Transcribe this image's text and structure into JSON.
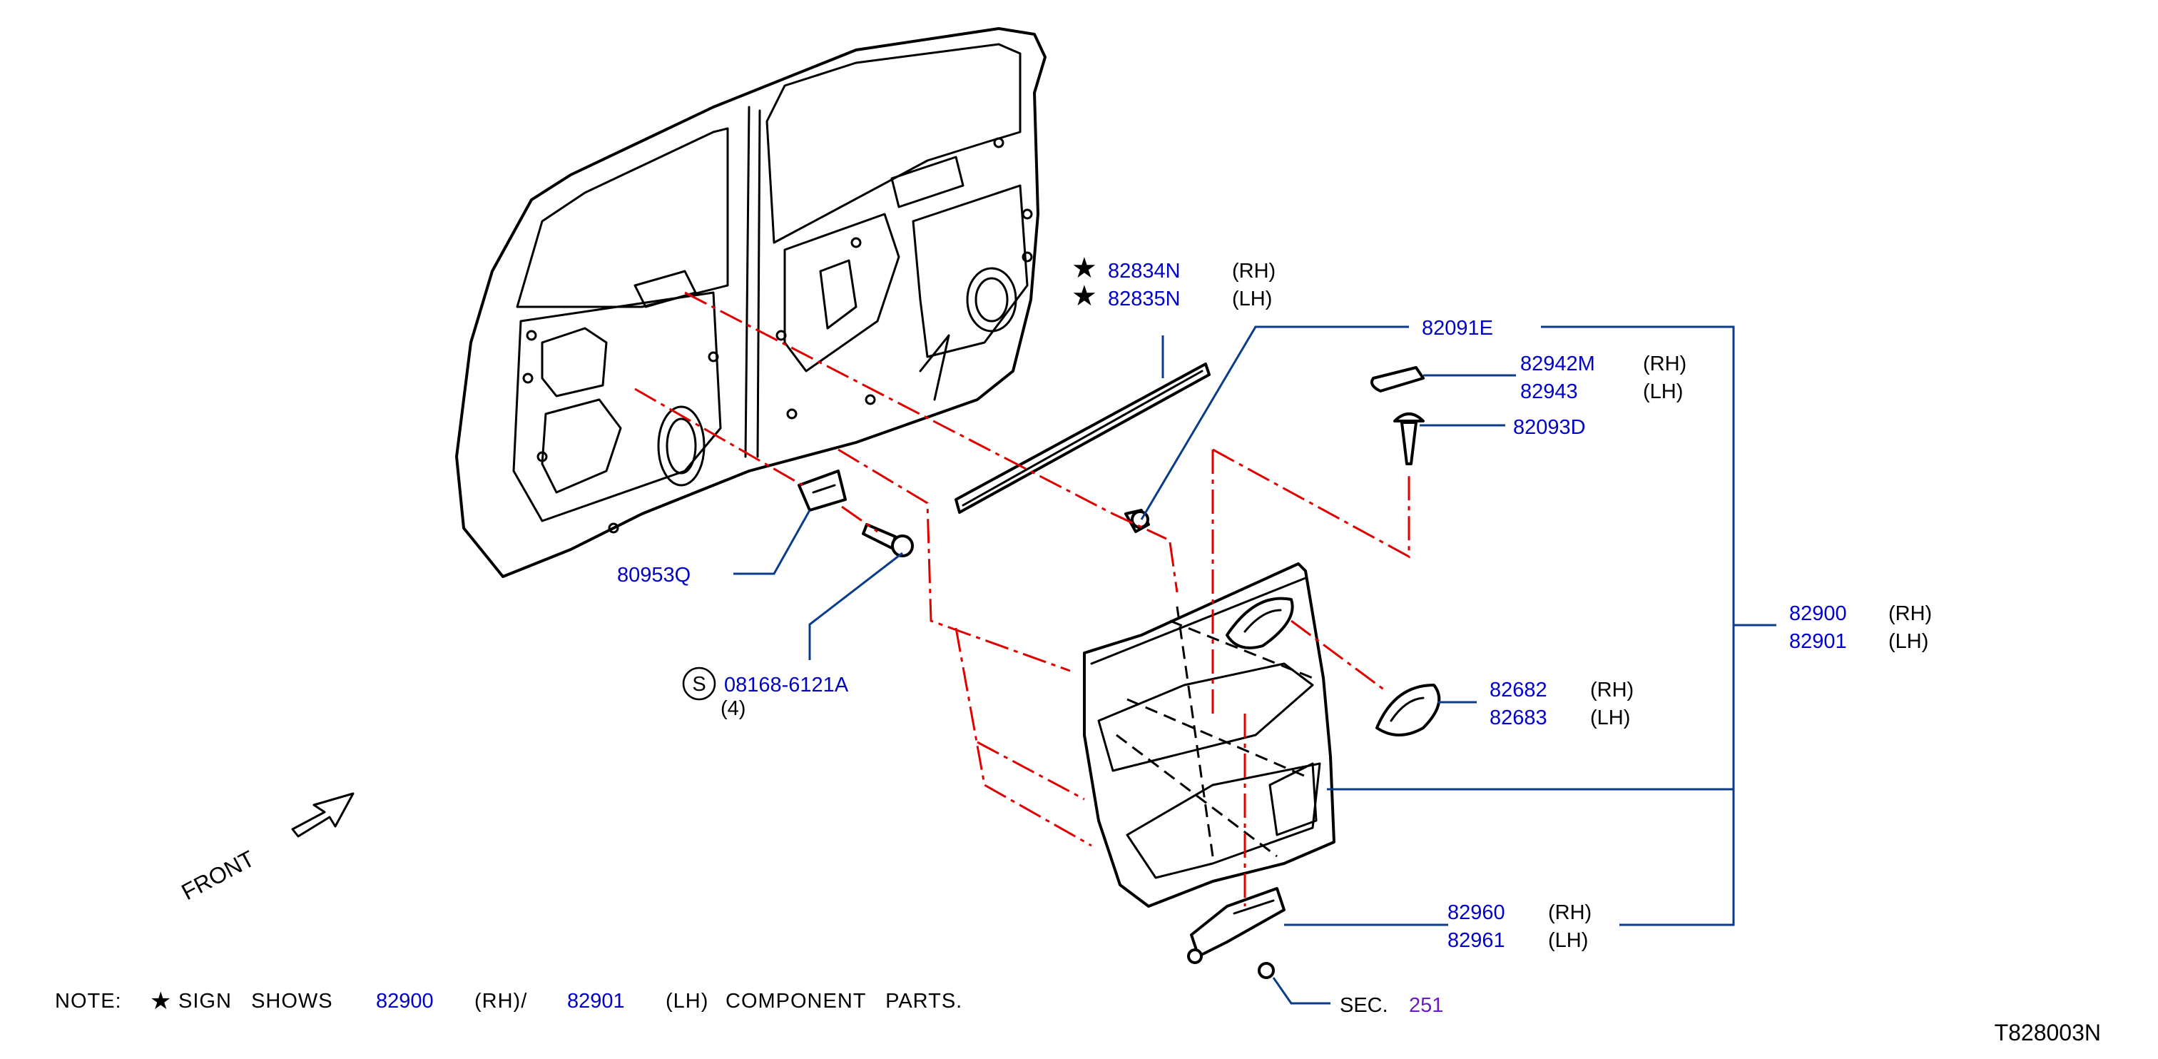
{
  "parts": {
    "weatherstrip_rh": {
      "number": "82834N",
      "side": "(RH)"
    },
    "weatherstrip_lh": {
      "number": "82835N",
      "side": "(LH)"
    },
    "clip": {
      "number": "82091E"
    },
    "cap_rh": {
      "number": "82942M",
      "side": "(RH)"
    },
    "cap_lh": {
      "number": "82943",
      "side": "(LH)"
    },
    "screw": {
      "number": "82093D"
    },
    "finisher_rh": {
      "number": "82900",
      "side": "(RH)"
    },
    "finisher_lh": {
      "number": "82901",
      "side": "(LH)"
    },
    "escutcheon_rh": {
      "number": "82682",
      "side": "(RH)"
    },
    "escutcheon_lh": {
      "number": "82683",
      "side": "(LH)"
    },
    "armrest_rh": {
      "number": "82960",
      "side": "(RH)"
    },
    "armrest_lh": {
      "number": "82961",
      "side": "(LH)"
    },
    "bracket": {
      "number": "80953Q"
    },
    "bolt": {
      "number": "08168-6121A",
      "qty": "(4)",
      "symbol": "S"
    },
    "section": {
      "prefix": "SEC.",
      "number": "251"
    }
  },
  "front_label": "FRONT",
  "note": {
    "lead": "NOTE:",
    "star": "★",
    "sign_shows": "SIGN   SHOWS",
    "part_rh": "82900",
    "rh": "(RH)/",
    "part_lh": "82901",
    "lh": "(LH)",
    "tail": "COMPONENT   PARTS."
  },
  "diagram_id": "T828003N",
  "colors": {
    "part_number": "#0000cc",
    "section_number": "#6a1cc0",
    "leader": "#0a3c8a",
    "reference_line": "#e00000"
  }
}
